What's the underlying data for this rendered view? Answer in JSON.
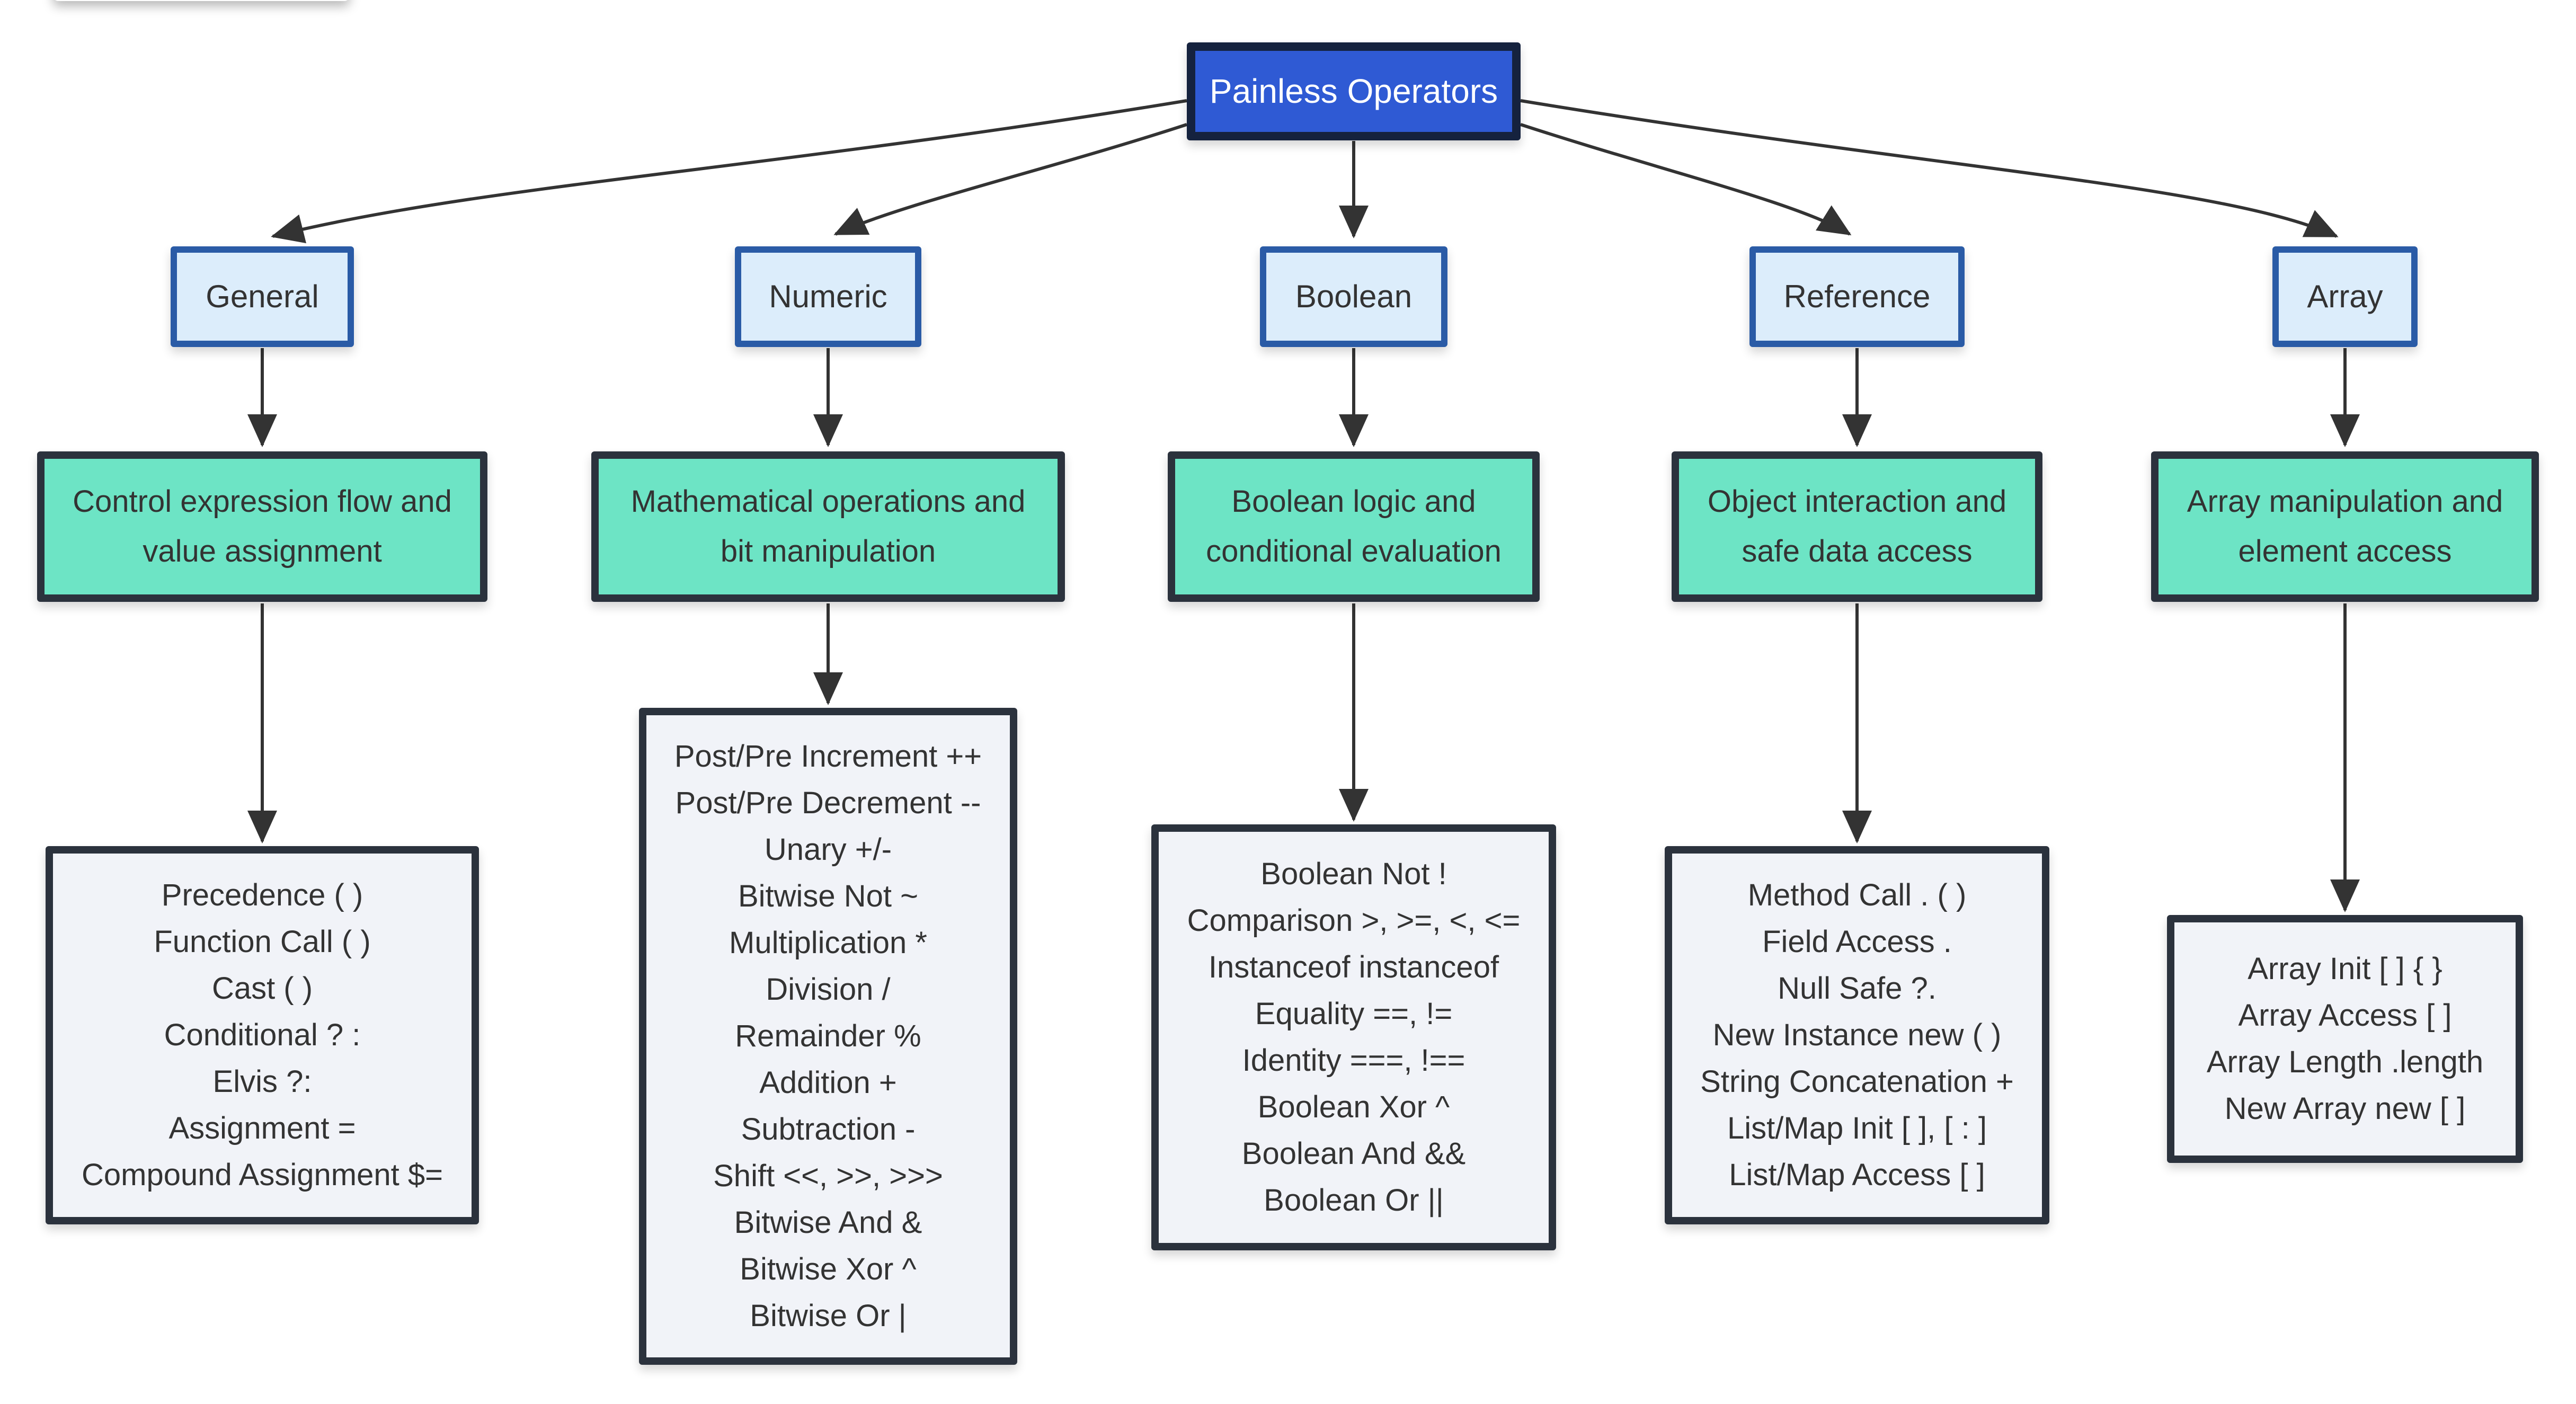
{
  "diagram": {
    "title": "Painless Operators flowchart",
    "root": {
      "label": "Painless Operators"
    },
    "branches": [
      {
        "id": "general",
        "header": "General",
        "summary": "Control expression flow and\nvalue assignment",
        "items": [
          "Precedence ( )",
          "Function Call ( )",
          "Cast ( )",
          "Conditional ? :",
          "Elvis ?:",
          "Assignment =",
          "Compound Assignment $="
        ]
      },
      {
        "id": "numeric",
        "header": "Numeric",
        "summary": "Mathematical operations and\nbit manipulation",
        "items": [
          "Post/Pre Increment ++",
          "Post/Pre Decrement --",
          "Unary +/-",
          "Bitwise Not ~",
          "Multiplication *",
          "Division /",
          "Remainder %",
          "Addition +",
          "Subtraction -",
          "Shift <<, >>, >>>",
          "Bitwise And &",
          "Bitwise Xor ^",
          "Bitwise Or |"
        ]
      },
      {
        "id": "boolean",
        "header": "Boolean",
        "summary": "Boolean logic and\nconditional evaluation",
        "items": [
          "Boolean Not !",
          "Comparison >, >=, <, <=",
          "Instanceof instanceof",
          "Equality ==, !=",
          "Identity ===, !==",
          "Boolean Xor ^",
          "Boolean And &&",
          "Boolean Or ||"
        ]
      },
      {
        "id": "reference",
        "header": "Reference",
        "summary": "Object interaction and\nsafe data access",
        "items": [
          "Method Call . ( )",
          "Field Access .",
          "Null Safe ?.",
          "New Instance new ( )",
          "String Concatenation +",
          "List/Map Init [ ], [ : ]",
          "List/Map Access [ ]"
        ]
      },
      {
        "id": "array",
        "header": "Array",
        "summary": "Array manipulation and\nelement access",
        "items": [
          "Array Init [ ] { }",
          "Array Access [ ]",
          "Array Length .length",
          "New Array new [ ]"
        ]
      }
    ],
    "colors": {
      "root_fill": "#2f5ad4",
      "root_border": "#15223e",
      "root_text": "#ffffff",
      "header_fill": "#dcedfb",
      "header_border": "#2a5ba6",
      "summary_fill": "#6de4c5",
      "dark_border": "#2b323d",
      "leaf_fill": "#f1f3f8",
      "text": "#333333",
      "edge": "#333333",
      "background": "#ffffff"
    }
  }
}
